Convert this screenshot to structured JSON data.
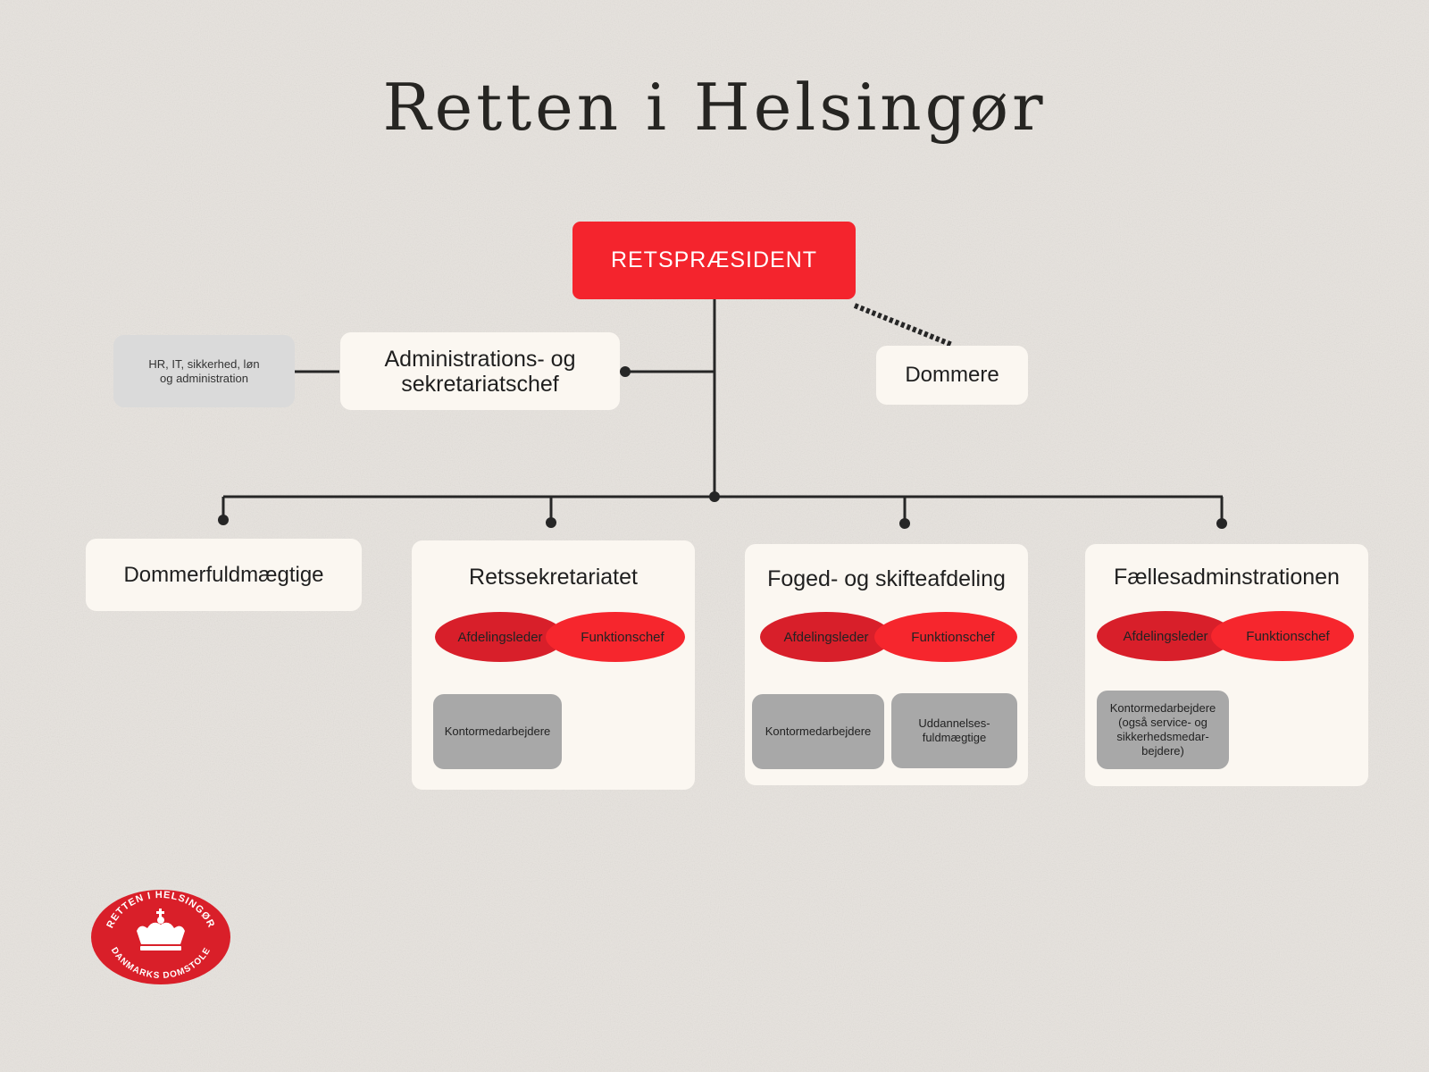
{
  "title": "Retten i Helsingør",
  "colors": {
    "accent_red": "#f4242d",
    "dark_red": "#d81f2a",
    "box_bg": "#fbf7f1",
    "grey": "#a8a8a8",
    "light_grey": "#dadada"
  },
  "top": {
    "label": "RETSPRÆSIDENT"
  },
  "admin": {
    "label_line1": "Administrations- og",
    "label_line2": "sekretariatschef"
  },
  "hr": {
    "label_line1": "HR, IT, sikkerhed, løn",
    "label_line2": "og administration"
  },
  "judges": {
    "label": "Dommere"
  },
  "departments": [
    {
      "title": "Dommerfuldmægtige"
    },
    {
      "title": "Retssekretariatet",
      "lead_a": "Afdelingsleder",
      "lead_b": "Funktionschef",
      "staff": [
        "Kontormedarbejdere"
      ]
    },
    {
      "title": "Foged- og skifteafdeling",
      "lead_a": "Afdelingsleder",
      "lead_b": "Funktionschef",
      "staff": [
        "Kontormedarbejdere",
        "Uddannelses-\nfuldmægtige"
      ]
    },
    {
      "title": "Fællesadminstrationen",
      "lead_a": "Afdelingsleder",
      "lead_b": "Funktionschef",
      "staff": [
        "Kontormedarbejdere\n(også service- og\nsikkerhedsmedar-\nbejdere)"
      ]
    }
  ],
  "logo": {
    "top_text": "RETTEN I HELSINGØR",
    "bottom_text": "DANMARKS DOMSTOLE",
    "icon": "crown-icon"
  }
}
